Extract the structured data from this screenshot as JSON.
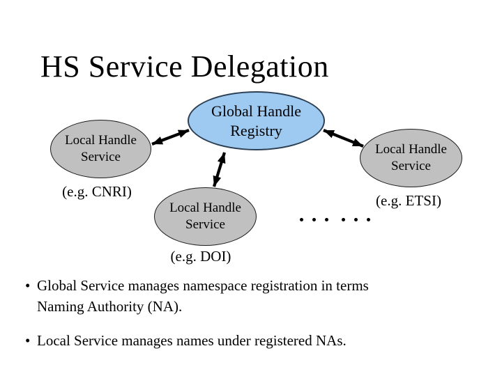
{
  "slide_title": "HS Service Delegation",
  "diagram": {
    "global_registry": {
      "line1": "Global Handle",
      "line2": "Registry"
    },
    "local_services": [
      {
        "id": "cnri",
        "line1": "Local Handle",
        "line2": "Service",
        "caption": "(e.g. CNRI)"
      },
      {
        "id": "doi",
        "line1": "Local Handle",
        "line2": "Service",
        "caption": "(e.g. DOI)"
      },
      {
        "id": "etsi",
        "line1": "Local Handle",
        "line2": "Service",
        "caption": "(e.g. ETSI)"
      }
    ],
    "dots_count": 6,
    "connections": [
      {
        "from": "local-service-cnri",
        "to": "global-handle-registry",
        "style": "double-headed-arrow"
      },
      {
        "from": "local-service-doi",
        "to": "global-handle-registry",
        "style": "double-headed-arrow"
      },
      {
        "from": "local-service-etsi",
        "to": "global-handle-registry",
        "style": "double-headed-arrow"
      }
    ]
  },
  "bullets": [
    {
      "marker": "•",
      "lines": [
        "Global Service manages namespace registration in terms",
        "Naming Authority (NA)."
      ]
    },
    {
      "marker": "•",
      "lines": [
        "Local Service manages names under registered NAs."
      ]
    }
  ],
  "colors": {
    "background": "#FFFFFF",
    "global_ellipse_fill": "#9ECAF2",
    "global_ellipse_outline": "#2B3E52",
    "local_ellipse_fill": "#C0C0C0",
    "local_ellipse_outline": "#1A1A1A",
    "text": "#000000",
    "arrow": "#000000"
  }
}
